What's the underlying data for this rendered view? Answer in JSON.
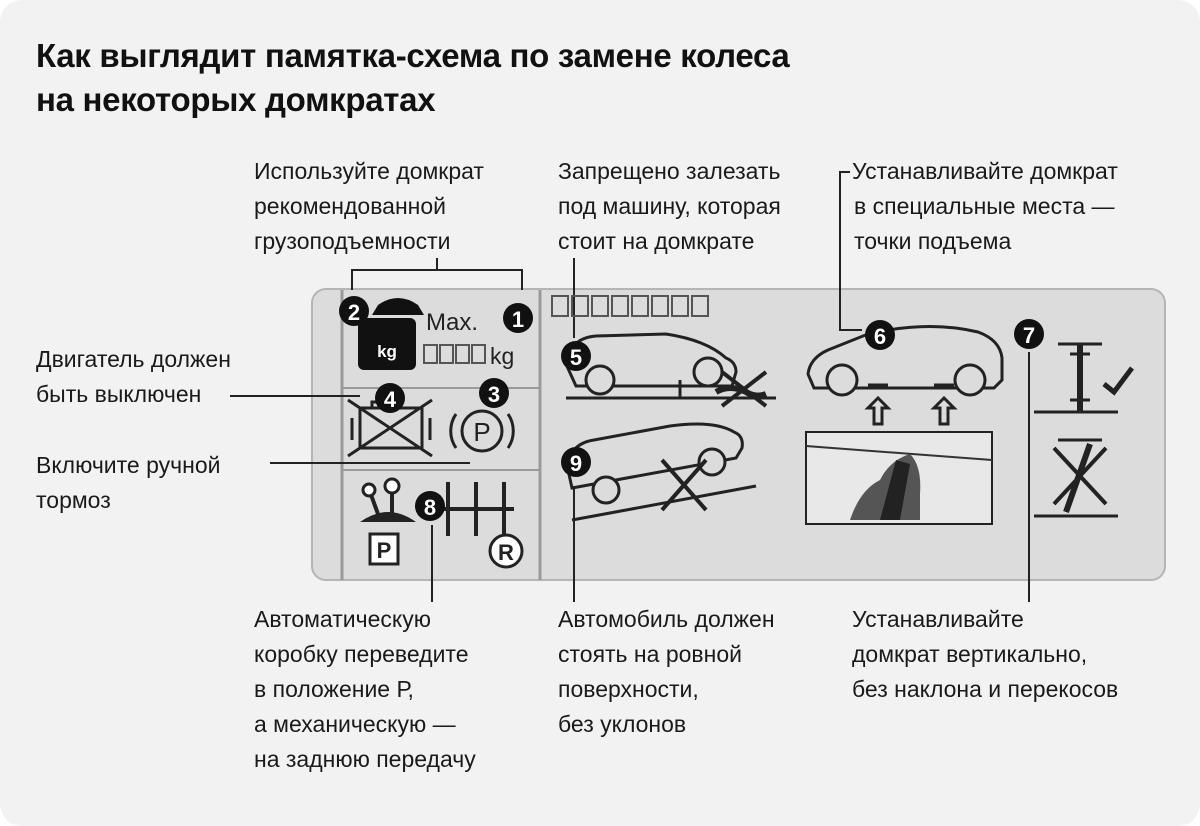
{
  "title": {
    "line1": "Как выглядит памятка-схема по замене колеса",
    "line2": "на некоторых домкратах"
  },
  "notes": {
    "capacity": [
      "Используйте домкрат",
      "рекомендованной",
      "грузоподъемности"
    ],
    "no_under": [
      "Запрещено залезать",
      "под машину, которая",
      "стоит на домкрате"
    ],
    "lift_points": [
      "Устанавливайте домкрат",
      "в специальные места —",
      "точки подъема"
    ],
    "engine": [
      "Двигатель должен",
      "быть выключен"
    ],
    "handbrake": [
      "Включите ручной",
      "тормоз"
    ],
    "gearbox": [
      "Автоматическую",
      "коробку переведите",
      "в положение Р,",
      "а механическую —",
      "на заднюю передачу"
    ],
    "flat": [
      "Автомобиль должен",
      "стоять на ровной",
      "поверхности,",
      "без уклонов"
    ],
    "vertical": [
      "Устанавливайте",
      "домкрат вертикально,",
      "без наклона и перекосов"
    ]
  },
  "sticker": {
    "max_label": "Max.",
    "kg_weight": "kg",
    "kg_unit": "kg",
    "park_label": "P",
    "park_brake_label": "P",
    "reverse_label": "R",
    "numbers": [
      "1",
      "2",
      "3",
      "4",
      "5",
      "6",
      "7",
      "8",
      "9"
    ]
  }
}
